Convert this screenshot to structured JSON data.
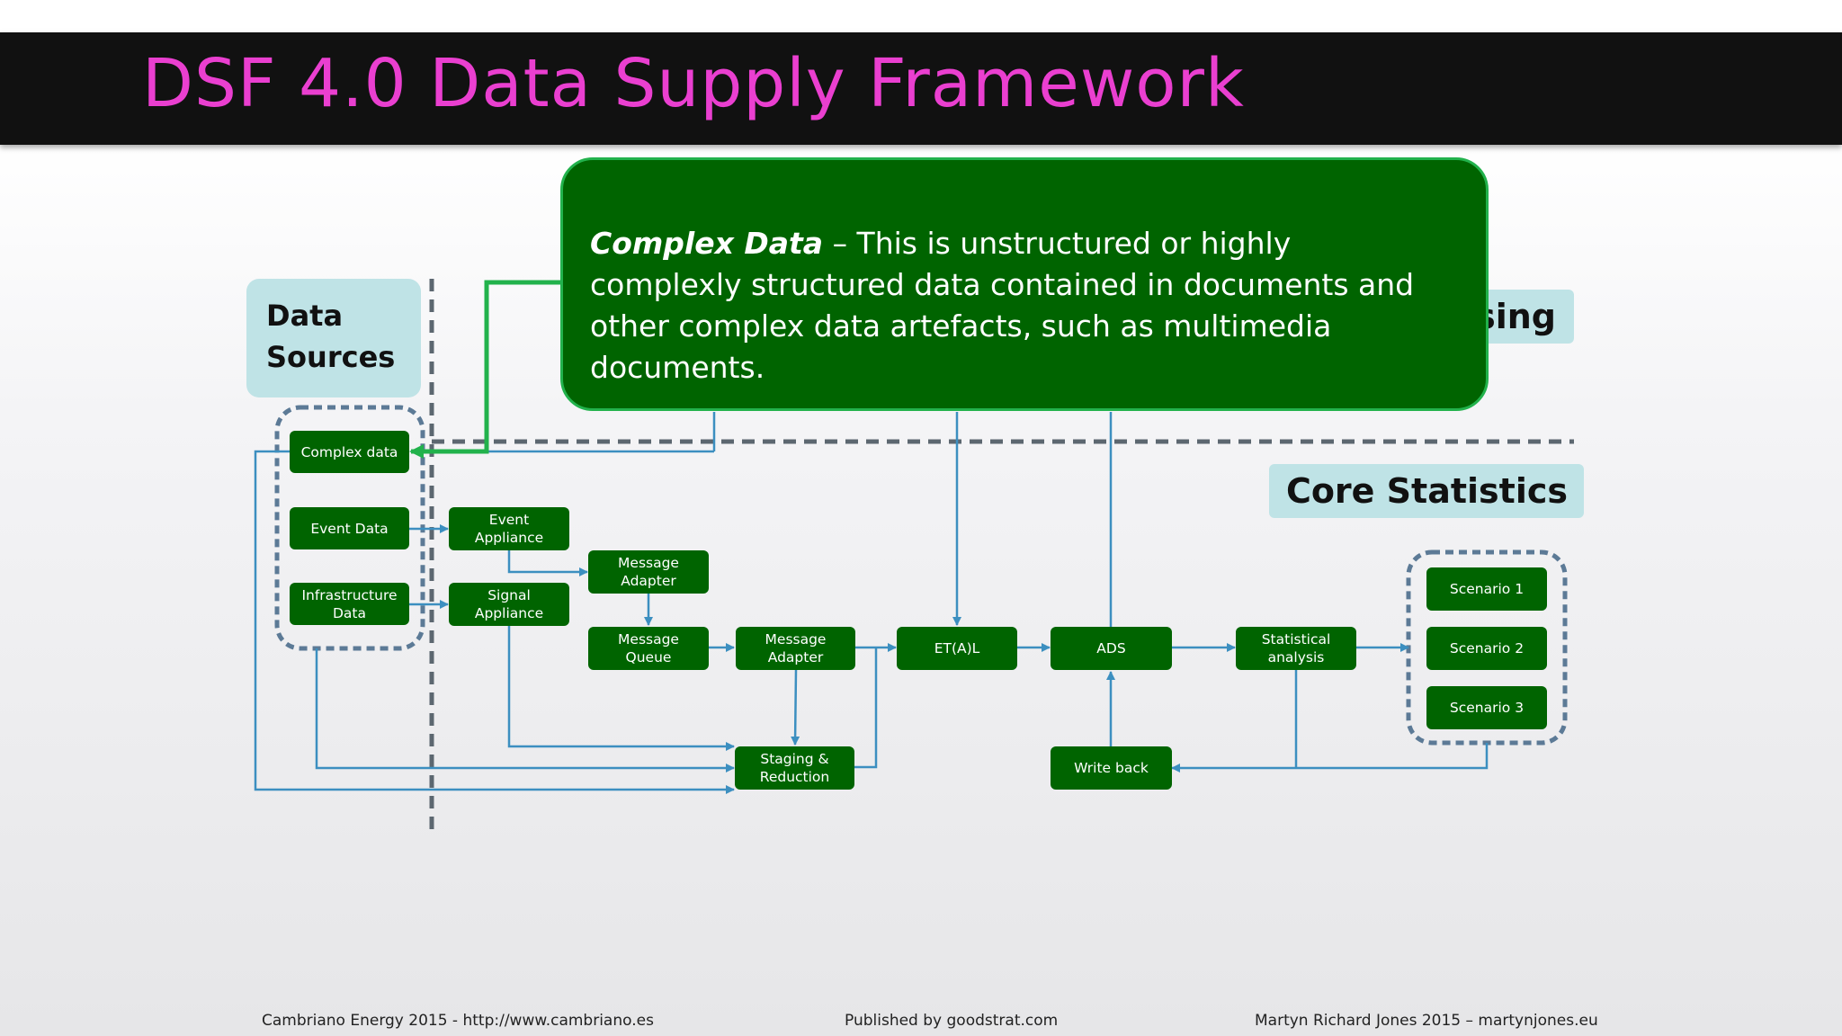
{
  "slide": {
    "title": "DSF 4.0 Data Supply Framework"
  },
  "sections": {
    "data_sources": "Data\nSources",
    "processing_partial": "sing",
    "core_statistics": "Core Statistics"
  },
  "callout": {
    "term": "Complex Data",
    "text": " – This is unstructured or highly complexly structured data contained in documents and other complex data artefacts, such as multimedia documents."
  },
  "nodes": {
    "complex_data": "Complex data",
    "event_data": "Event Data",
    "infrastructure_data": "Infrastructure\nData",
    "event_appliance": "Event\nAppliance",
    "signal_appliance": "Signal\nAppliance",
    "message_adapter_1": "Message\nAdapter",
    "message_queue": "Message\nQueue",
    "message_adapter_2": "Message\nAdapter",
    "staging_reduction": "Staging &\nReduction",
    "etal": "ET(A)L",
    "ads": "ADS",
    "write_back": "Write back",
    "statistical_analysis": "Statistical\nanalysis",
    "scenario_1": "Scenario 1",
    "scenario_2": "Scenario 2",
    "scenario_3": "Scenario 3"
  },
  "footer": {
    "left": "Cambriano Energy 2015 -  http://www.cambriano.es",
    "center": "Published by goodstrat.com",
    "right": "Martyn Richard Jones 2015 – martynjones.eu"
  },
  "colors": {
    "title": "#ea3fd0",
    "node_fill": "#006400",
    "connector": "#3c8fc0",
    "highlight_connector": "#22b24c",
    "section_fill": "#bfe3e6"
  }
}
